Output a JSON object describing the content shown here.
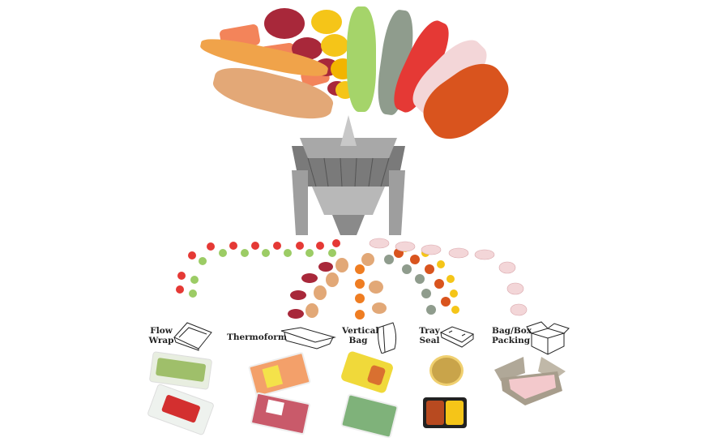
{
  "diagram": {
    "subject": "Multihead weigher distributing mixed foods to packaging formats",
    "central_machine": "multihead-weigher",
    "input_foods": [
      "salmon fillet",
      "ground beef",
      "farfalle pasta",
      "lettuce",
      "blue cheese crumbles",
      "strawberries",
      "chicken wings",
      "crispy chicken",
      "mixed vegetables",
      "grilled chicken strips"
    ],
    "packaging": [
      {
        "id": "flow-wrap",
        "label_line1": "Flow",
        "label_line2": "Wrap",
        "icon": "flow-wrap-tray-icon",
        "examples": [
          "salad pack",
          "strawberry flow pack"
        ]
      },
      {
        "id": "thermoform",
        "label_line1": "Thermoform",
        "label_line2": "",
        "icon": "thermoform-tray-icon",
        "examples": [
          "salmon pack",
          "ground meat pack"
        ]
      },
      {
        "id": "vertical-bag",
        "label_line1": "Vertical",
        "label_line2": "Bag",
        "icon": "pillow-bag-icon",
        "examples": [
          "pasta snack bag",
          "frozen vegetable bag"
        ]
      },
      {
        "id": "tray-seal",
        "label_line1": "Tray",
        "label_line2": "Seal",
        "icon": "sealed-tray-icon",
        "examples": [
          "salad cup",
          "two-compartment meal tray"
        ]
      },
      {
        "id": "bag-box",
        "label_line1": "Bag/Box",
        "label_line2": "Packing",
        "icon": "open-box-icon",
        "examples": [
          "box of chicken packs"
        ]
      }
    ]
  },
  "colors": {
    "salmon": "#f08a5d",
    "beef": "#a8283a",
    "pasta": "#f5c518",
    "lettuce": "#9ccc65",
    "cheese": "#8d9a8c",
    "strawberry": "#e53935",
    "chicken_raw": "#f3d6d8",
    "chicken_fried": "#d9541e",
    "veg": "#ef7d22",
    "grilled": "#e2a877",
    "steel": "#9a9a9a"
  }
}
